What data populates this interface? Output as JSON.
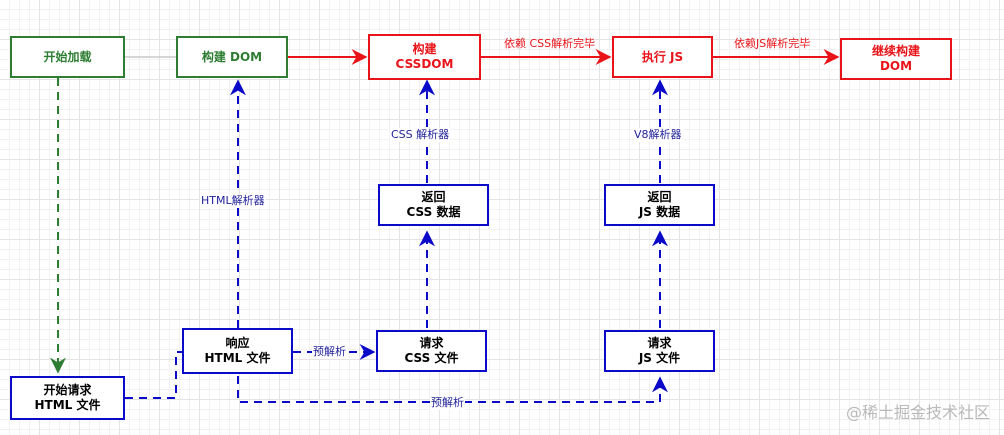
{
  "nodes": {
    "start_load": "开始加载",
    "build_dom": "构建 DOM",
    "build_cssdom": [
      "构建",
      "CSSDOM"
    ],
    "exec_js": "执行 JS",
    "continue_dom": [
      "继续构建",
      "DOM"
    ],
    "return_css": [
      "返回",
      "CSS 数据"
    ],
    "return_js": [
      "返回",
      "JS 数据"
    ],
    "request_html": [
      "开始请求",
      "HTML 文件"
    ],
    "response_html": [
      "响应",
      "HTML 文件"
    ],
    "request_css": [
      "请求",
      "CSS 文件"
    ],
    "request_js": [
      "请求",
      "JS 文件"
    ]
  },
  "edge_labels": {
    "depends_css": "依赖 CSS解析完毕",
    "depends_js": "依赖JS解析完毕",
    "css_parser": "CSS 解析器",
    "v8_parser": "V8解析器",
    "html_parser": "HTML解析器",
    "preparse_css": "预解析",
    "preparse_js": "预解析"
  },
  "watermark": "@稀土掘金技术社区",
  "colors": {
    "green": "#2e7d32",
    "red": "#e8141a",
    "blue": "#0a0ac8"
  }
}
